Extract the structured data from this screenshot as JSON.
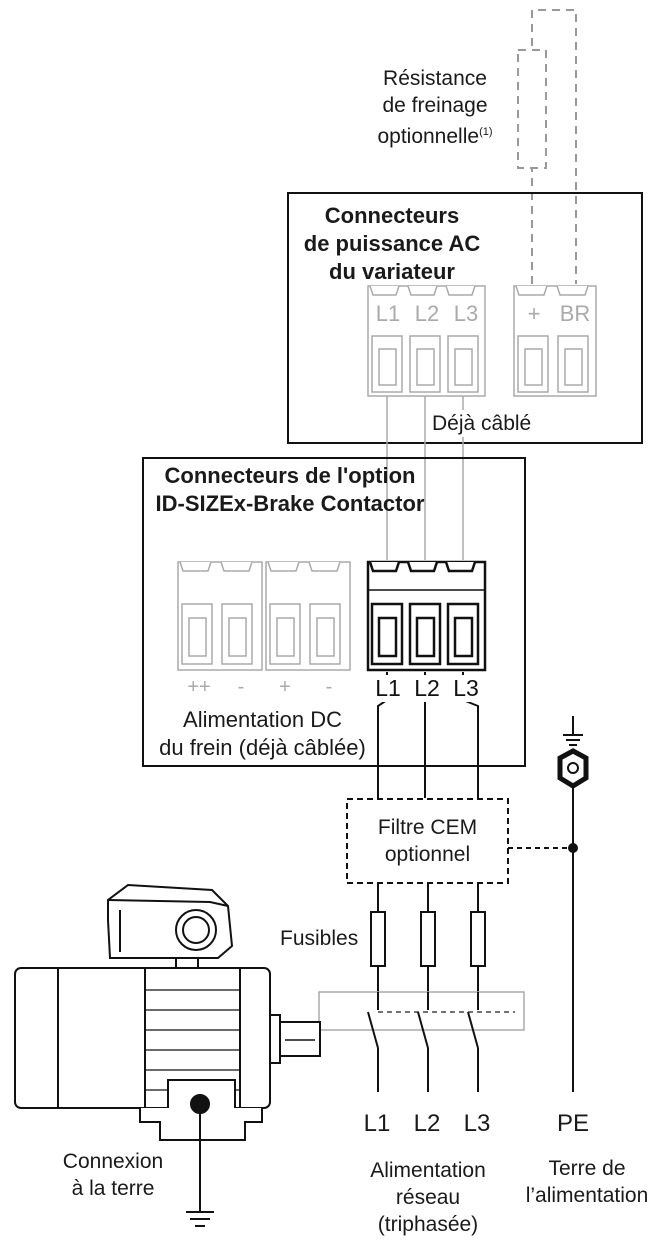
{
  "resistor": {
    "line1": "Résistance",
    "line2": "de freinage",
    "line3": "optionnelle",
    "note": "(1)"
  },
  "drive_box": {
    "title_line1": "Connecteurs",
    "title_line2": "de puissance AC",
    "title_line3": "du variateur",
    "terminals_ac": [
      "L1",
      "L2",
      "L3"
    ],
    "terminals_brake": [
      "+",
      "BR"
    ],
    "prewired": "Déjà câblé"
  },
  "option_box": {
    "title_line1": "Connecteurs de l'option",
    "title_line2": "ID-SIZEx-Brake Contactor",
    "dc_terminals": [
      "++",
      "-",
      "+",
      "-"
    ],
    "ac_terminals": [
      "L1",
      "L2",
      "L3"
    ],
    "dc_label_line1": "Alimentation DC",
    "dc_label_line2": "du frein (déjà câblée)"
  },
  "filter": {
    "line1": "Filtre CEM",
    "line2": "optionnel"
  },
  "fuses_label": "Fusibles",
  "supply": {
    "phases": [
      "L1",
      "L2",
      "L3"
    ],
    "pe": "PE",
    "mains_line1": "Alimentation",
    "mains_line2": "réseau",
    "mains_line3": "(triphasée)",
    "earth_line1": "Terre de",
    "earth_line2": "l’alimentation"
  },
  "motor": {
    "ground_line1": "Connexion",
    "ground_line2": "à la terre"
  },
  "colors": {
    "ink": "#1a1a1a",
    "light_connector": "#aaaaaa",
    "dashed_resistor": "#999999"
  }
}
